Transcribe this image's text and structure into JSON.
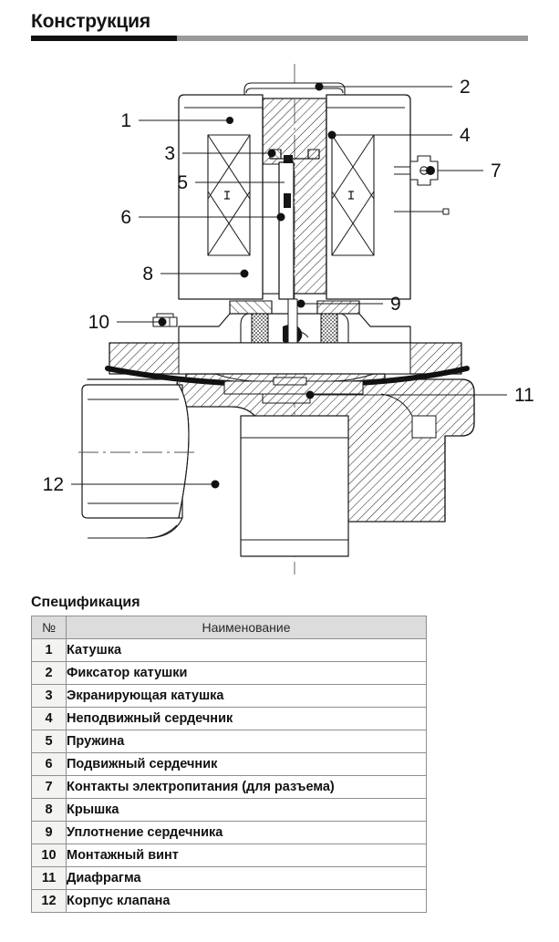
{
  "page": {
    "title": "Конструкция"
  },
  "diagram": {
    "name": "solenoid-valve-cross-section",
    "callouts": [
      {
        "id": "1",
        "side": "left",
        "label": "1"
      },
      {
        "id": "2",
        "side": "right",
        "label": "2"
      },
      {
        "id": "3",
        "side": "left",
        "label": "3"
      },
      {
        "id": "4",
        "side": "right",
        "label": "4"
      },
      {
        "id": "5",
        "side": "left",
        "label": "5"
      },
      {
        "id": "6",
        "side": "left",
        "label": "6"
      },
      {
        "id": "7",
        "side": "right",
        "label": "7"
      },
      {
        "id": "8",
        "side": "left",
        "label": "8"
      },
      {
        "id": "9",
        "side": "right",
        "label": "9"
      },
      {
        "id": "10",
        "side": "left",
        "label": "10"
      },
      {
        "id": "11",
        "side": "right",
        "label": "11"
      },
      {
        "id": "12",
        "side": "left",
        "label": "12"
      }
    ]
  },
  "spec": {
    "heading": "Спецификация",
    "columns": {
      "no": "№",
      "name": "Наименование"
    },
    "rows": [
      {
        "no": "1",
        "name": "Катушка"
      },
      {
        "no": "2",
        "name": "Фиксатор катушки"
      },
      {
        "no": "3",
        "name": "Экранирующая катушка"
      },
      {
        "no": "4",
        "name": "Неподвижный сердечник"
      },
      {
        "no": "5",
        "name": "Пружина"
      },
      {
        "no": "6",
        "name": "Подвижный сердечник"
      },
      {
        "no": "7",
        "name": "Контакты электропитания (для разъема)"
      },
      {
        "no": "8",
        "name": "Крышка"
      },
      {
        "no": "9",
        "name": "Уплотнение сердечника"
      },
      {
        "no": "10",
        "name": "Монтажный винт"
      },
      {
        "no": "11",
        "name": "Диафрагма"
      },
      {
        "no": "12",
        "name": "Корпус клапана"
      }
    ]
  },
  "colors": {
    "rule_dark": "#111111",
    "rule_light": "#9a9a9a",
    "table_header_bg": "#dcdcdc",
    "table_border": "#8f8f8f",
    "ink": "#111111"
  }
}
